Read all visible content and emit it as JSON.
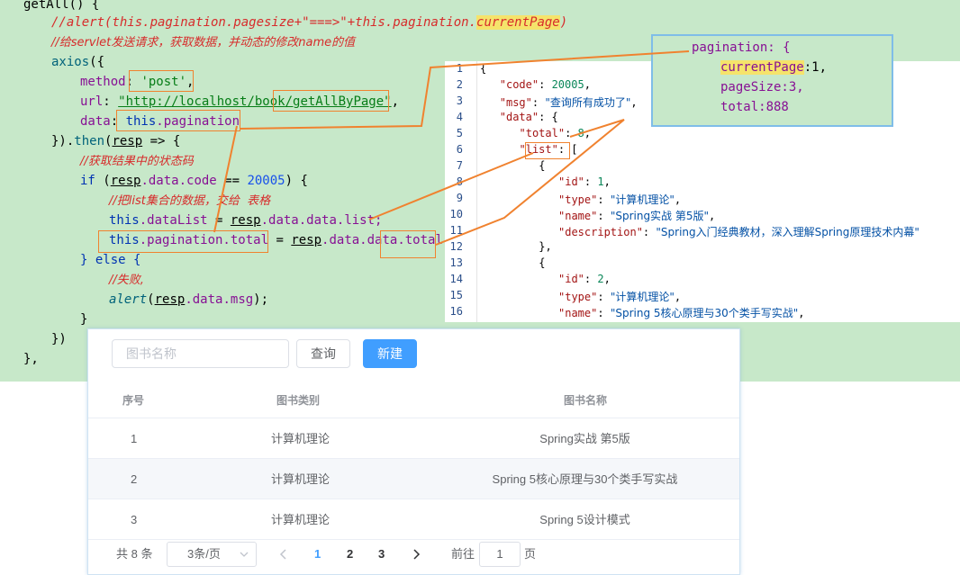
{
  "code": {
    "fn_header": "getAll() {",
    "comment_alert": "//alert(this.pagination.pagesize+\"===>\"+this.pagination.",
    "comment_alert_hl": "currentPage",
    "comment_alert_end": ")",
    "comment_send": "//给servlet发送请求，获取数据，并动态的修改name的值",
    "axios": "axios",
    "paren_brace": "({",
    "method_key": "method",
    "method_val": "'post'",
    "url_key": "url",
    "url_val_a": "\"http://localhost/book",
    "url_val_b": "/getAllByPage\"",
    "data_key": "data",
    "this_kw": "this",
    "pagination_prop": ".pagination",
    "then_a": "}).",
    "then_fn": "then",
    "resp": "resp",
    "arrow": " => {",
    "comment_status": "//获取结果中的状态码",
    "if_kw": "if",
    "data_code": ".data.code",
    "eq": " == ",
    "code_num": "20005",
    "if_end": ") {",
    "comment_list": "//把list集合的数据，交给  表格",
    "datalist_lhs": ".dataList",
    "assign": " = ",
    "resp_data_data": ".data.data",
    "list_prop": ".list;",
    "pag_total_lhs": ".pagination.total",
    "total_prop": ".total;",
    "else_line": "} else {",
    "comment_fail": "//失败,",
    "alert_fn": "alert",
    "alert_arg": ".data.msg",
    "alert_end": ");",
    "close_brace": "}",
    "close_paren": "})",
    "close_comma": "},"
  },
  "json_lines": [
    {
      "n": "1",
      "t": "{"
    },
    {
      "n": "2",
      "k": "\"code\"",
      "v": "20005",
      "vt": "num",
      "tail": ","
    },
    {
      "n": "3",
      "k": "\"msg\"",
      "v": "\"查询所有成功了\"",
      "vt": "str",
      "tail": ","
    },
    {
      "n": "4",
      "k": "\"data\"",
      "tail": ": {"
    },
    {
      "n": "5",
      "k": "\"total\"",
      "v": "8",
      "vt": "num",
      "tail": ","
    },
    {
      "n": "6",
      "k": "\"list\"",
      "tail": ": ["
    },
    {
      "n": "7",
      "t": "{"
    },
    {
      "n": "8",
      "k": "\"id\"",
      "v": "1",
      "vt": "num",
      "tail": ","
    },
    {
      "n": "9",
      "k": "\"type\"",
      "v": "\"计算机理论\"",
      "vt": "str",
      "tail": ","
    },
    {
      "n": "10",
      "k": "\"name\"",
      "v": "\"Spring实战 第5版\"",
      "vt": "str",
      "tail": ","
    },
    {
      "n": "11",
      "k": "\"description\"",
      "v": "\"Spring入门经典教材，深入理解Spring原理技术内幕\"",
      "vt": "str",
      "tail": ""
    },
    {
      "n": "12",
      "t": "},"
    },
    {
      "n": "13",
      "t": "{"
    },
    {
      "n": "14",
      "k": "\"id\"",
      "v": "2",
      "vt": "num",
      "tail": ","
    },
    {
      "n": "15",
      "k": "\"type\"",
      "v": "\"计算机理论\"",
      "vt": "str",
      "tail": ","
    },
    {
      "n": "16",
      "k": "\"name\"",
      "v": "\"Spring 5核心原理与30个类手写实战\"",
      "vt": "str",
      "tail": ","
    }
  ],
  "pagination_obj": {
    "head": "pagination: {",
    "cp_key": "currentPage",
    "cp_val": ":1,",
    "ps": "pageSize:3,",
    "tot": "total:888"
  },
  "search": {
    "placeholder": "图书名称",
    "query_label": "查询",
    "new_label": "新建"
  },
  "table": {
    "headers": [
      "序号",
      "图书类别",
      "图书名称"
    ],
    "rows": [
      [
        "1",
        "计算机理论",
        "Spring实战 第5版"
      ],
      [
        "2",
        "计算机理论",
        "Spring 5核心原理与30个类手写实战"
      ],
      [
        "3",
        "计算机理论",
        "Spring 5设计模式"
      ]
    ]
  },
  "pager": {
    "total": "共 8 条",
    "size": "3条/页",
    "pages": [
      "1",
      "2",
      "3"
    ],
    "current": "1",
    "goto_label": "前往",
    "goto_value": "1",
    "page_unit": "页"
  },
  "colors": {
    "code_bg": "#c7e8c9",
    "annotation": "#f0822f",
    "primary": "#409eff"
  }
}
